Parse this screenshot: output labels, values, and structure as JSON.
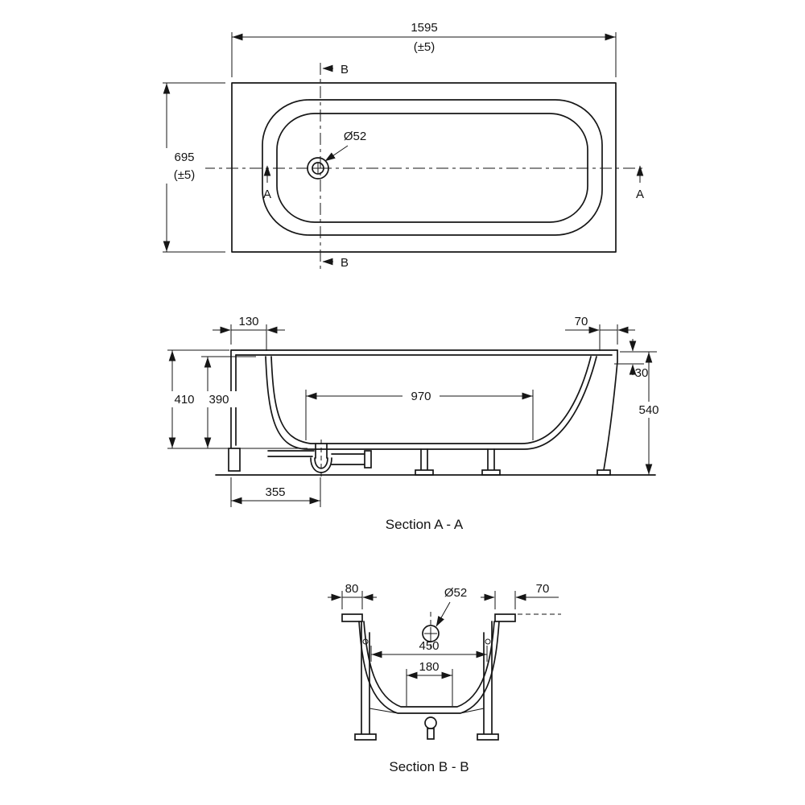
{
  "plan": {
    "length": "1595",
    "length_tol": "(±5)",
    "width": "695",
    "width_tol": "(±5)",
    "drain_diameter": "Ø52",
    "section_label_a": "A",
    "section_label_b": "B"
  },
  "section_aa": {
    "title": "Section A - A",
    "rim_left_overhang": "130",
    "rim_right_overhang": "70",
    "rim_lip_height": "30",
    "outer_depth": "410",
    "inner_depth": "390",
    "base_length": "970",
    "total_height": "540",
    "drain_offset": "355"
  },
  "section_bb": {
    "title": "Section B - B",
    "rim_left_overhang": "80",
    "rim_right_overhang": "70",
    "drain_diameter": "Ø52",
    "inner_width": "450",
    "base_width": "180"
  }
}
